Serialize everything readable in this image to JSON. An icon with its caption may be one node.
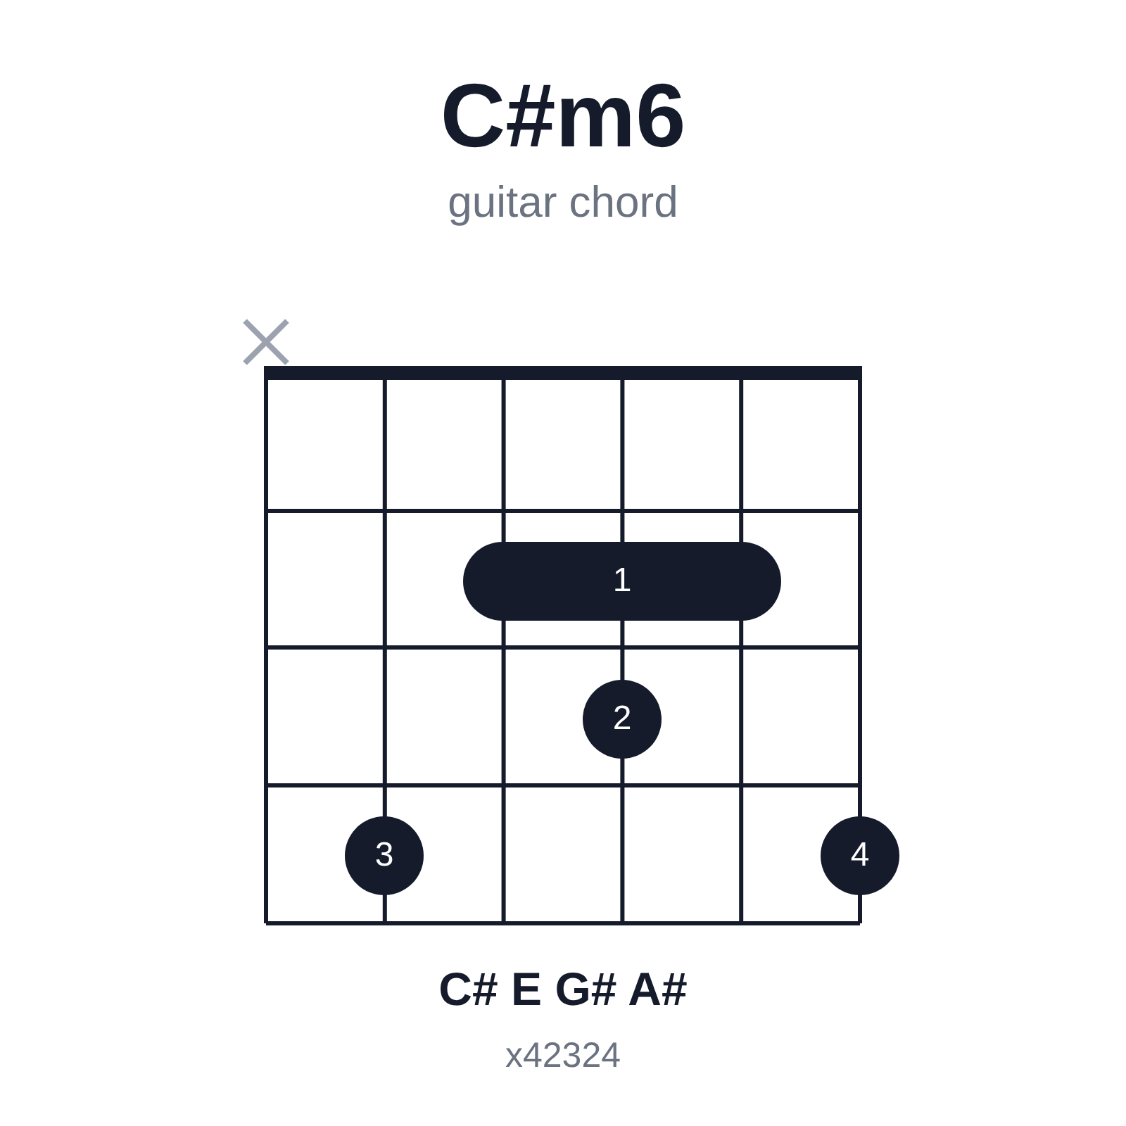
{
  "diagram": {
    "title": "C#m6",
    "nodes": [
      {
        "text": [
          "1"
        ]
      },
      {
        "text": [
          "2"
        ]
      },
      {
        "text": [
          "3"
        ]
      },
      {
        "text": [
          "4"
        ]
      }
    ],
    "labels": [
      "guitar chord",
      "C# E G# A#",
      "x42324"
    ]
  }
}
